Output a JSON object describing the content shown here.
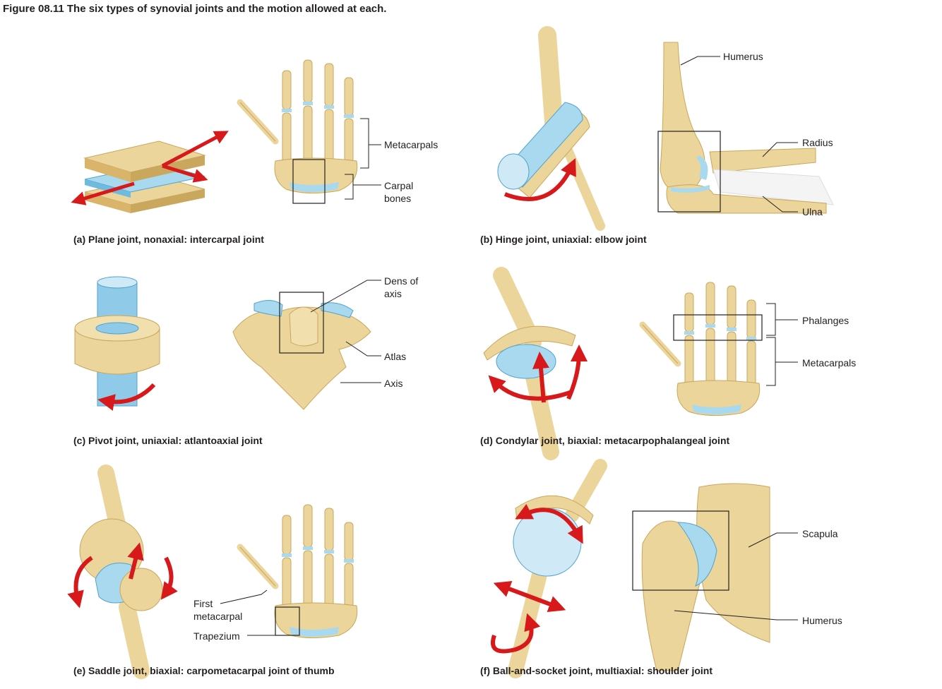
{
  "figure_title": "Figure 08.11 The six types of synovial joints and the motion allowed at each.",
  "colors": {
    "bone": "#ecd59a",
    "bone_dark": "#c9a75c",
    "cartilage": "#a9d9ee",
    "cartilage_dark": "#4fa3cf",
    "arrow": "#d7191c"
  },
  "panels": {
    "a": {
      "caption": "(a) Plane joint, nonaxial: intercarpal joint",
      "labels": {
        "metacarpals": "Metacarpals",
        "carpal": "Carpal",
        "bones": "bones"
      }
    },
    "b": {
      "caption": "(b) Hinge joint, uniaxial: elbow joint",
      "labels": {
        "humerus": "Humerus",
        "radius": "Radius",
        "ulna": "Ulna"
      }
    },
    "c": {
      "caption": "(c) Pivot joint, uniaxial: atlantoaxial joint",
      "labels": {
        "dens_of": "Dens of",
        "axis_word": "axis",
        "atlas": "Atlas",
        "axis": "Axis"
      }
    },
    "d": {
      "caption": "(d) Condylar joint, biaxial: metacarpophalangeal joint",
      "labels": {
        "phalanges": "Phalanges",
        "metacarpals": "Metacarpals"
      }
    },
    "e": {
      "caption": "(e) Saddle joint, biaxial: carpometacarpal joint of thumb",
      "labels": {
        "first": "First",
        "metacarpal": "metacarpal",
        "trapezium": "Trapezium"
      }
    },
    "f": {
      "caption": "(f) Ball-and-socket joint, multiaxial: shoulder joint",
      "labels": {
        "scapula": "Scapula",
        "humerus": "Humerus"
      }
    }
  }
}
